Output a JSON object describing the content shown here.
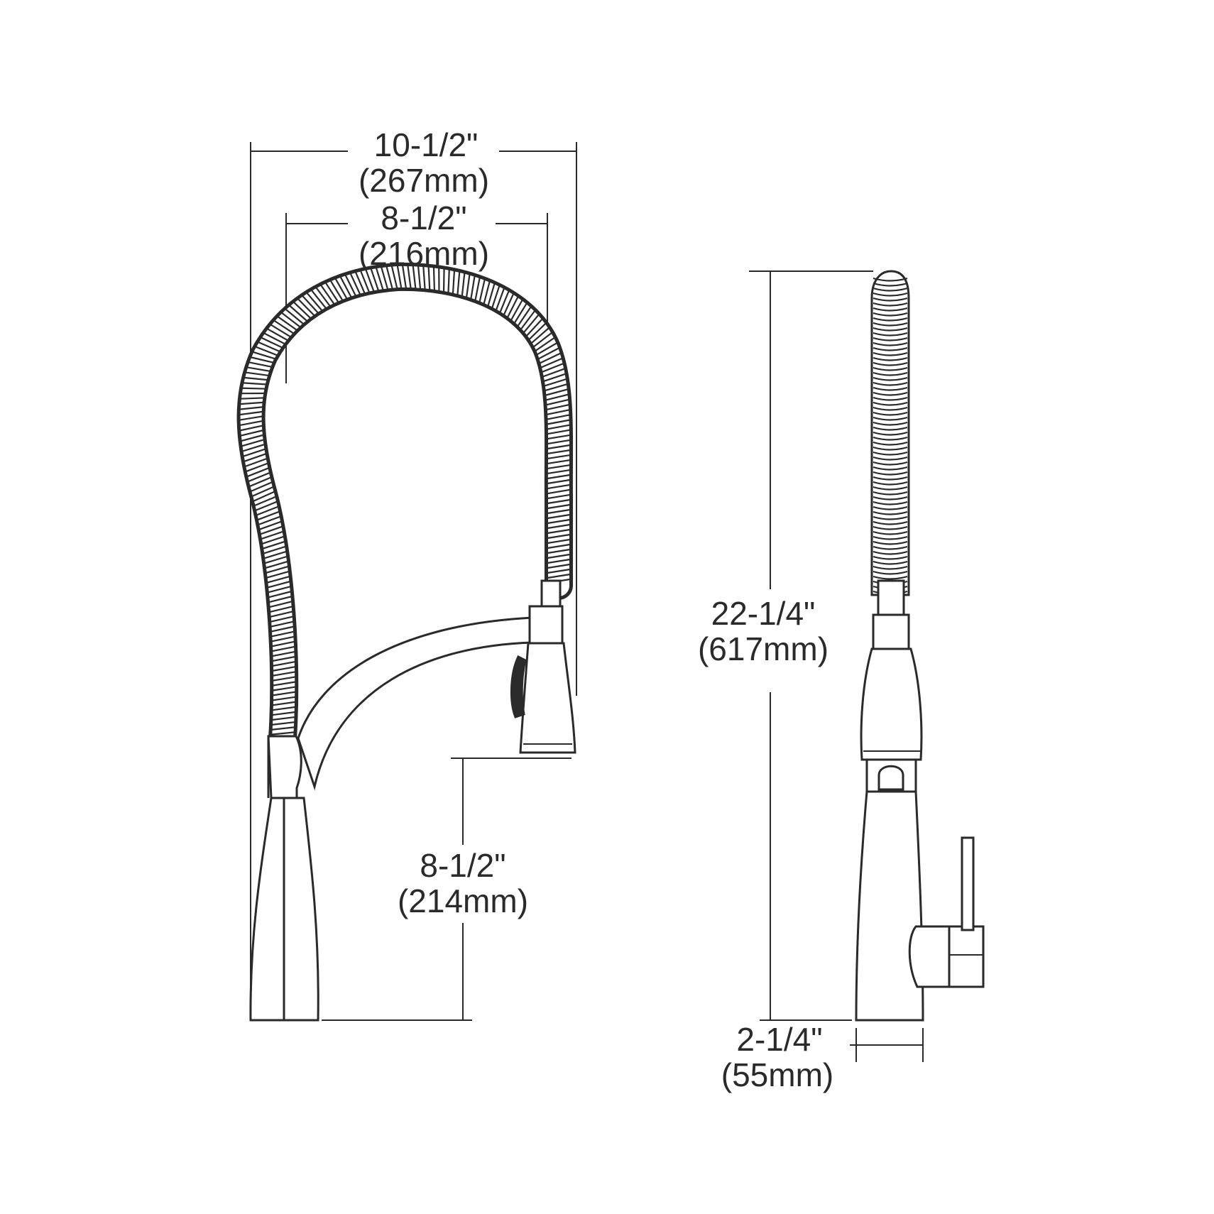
{
  "front_view": {
    "overall_width": {
      "imperial": "10-1/2\"",
      "metric": "(267mm)"
    },
    "spout_reach": {
      "imperial": "8-1/2\"",
      "metric": "(216mm)"
    },
    "spout_clearance": {
      "imperial": "8-1/2\"",
      "metric": "(214mm)"
    }
  },
  "side_view": {
    "overall_height": {
      "imperial": "22-1/4\"",
      "metric": "(617mm)"
    },
    "base_diameter": {
      "imperial": "2-1/4\"",
      "metric": "(55mm)"
    }
  },
  "colors": {
    "line": "#2a2a2a",
    "background": "#ffffff"
  }
}
